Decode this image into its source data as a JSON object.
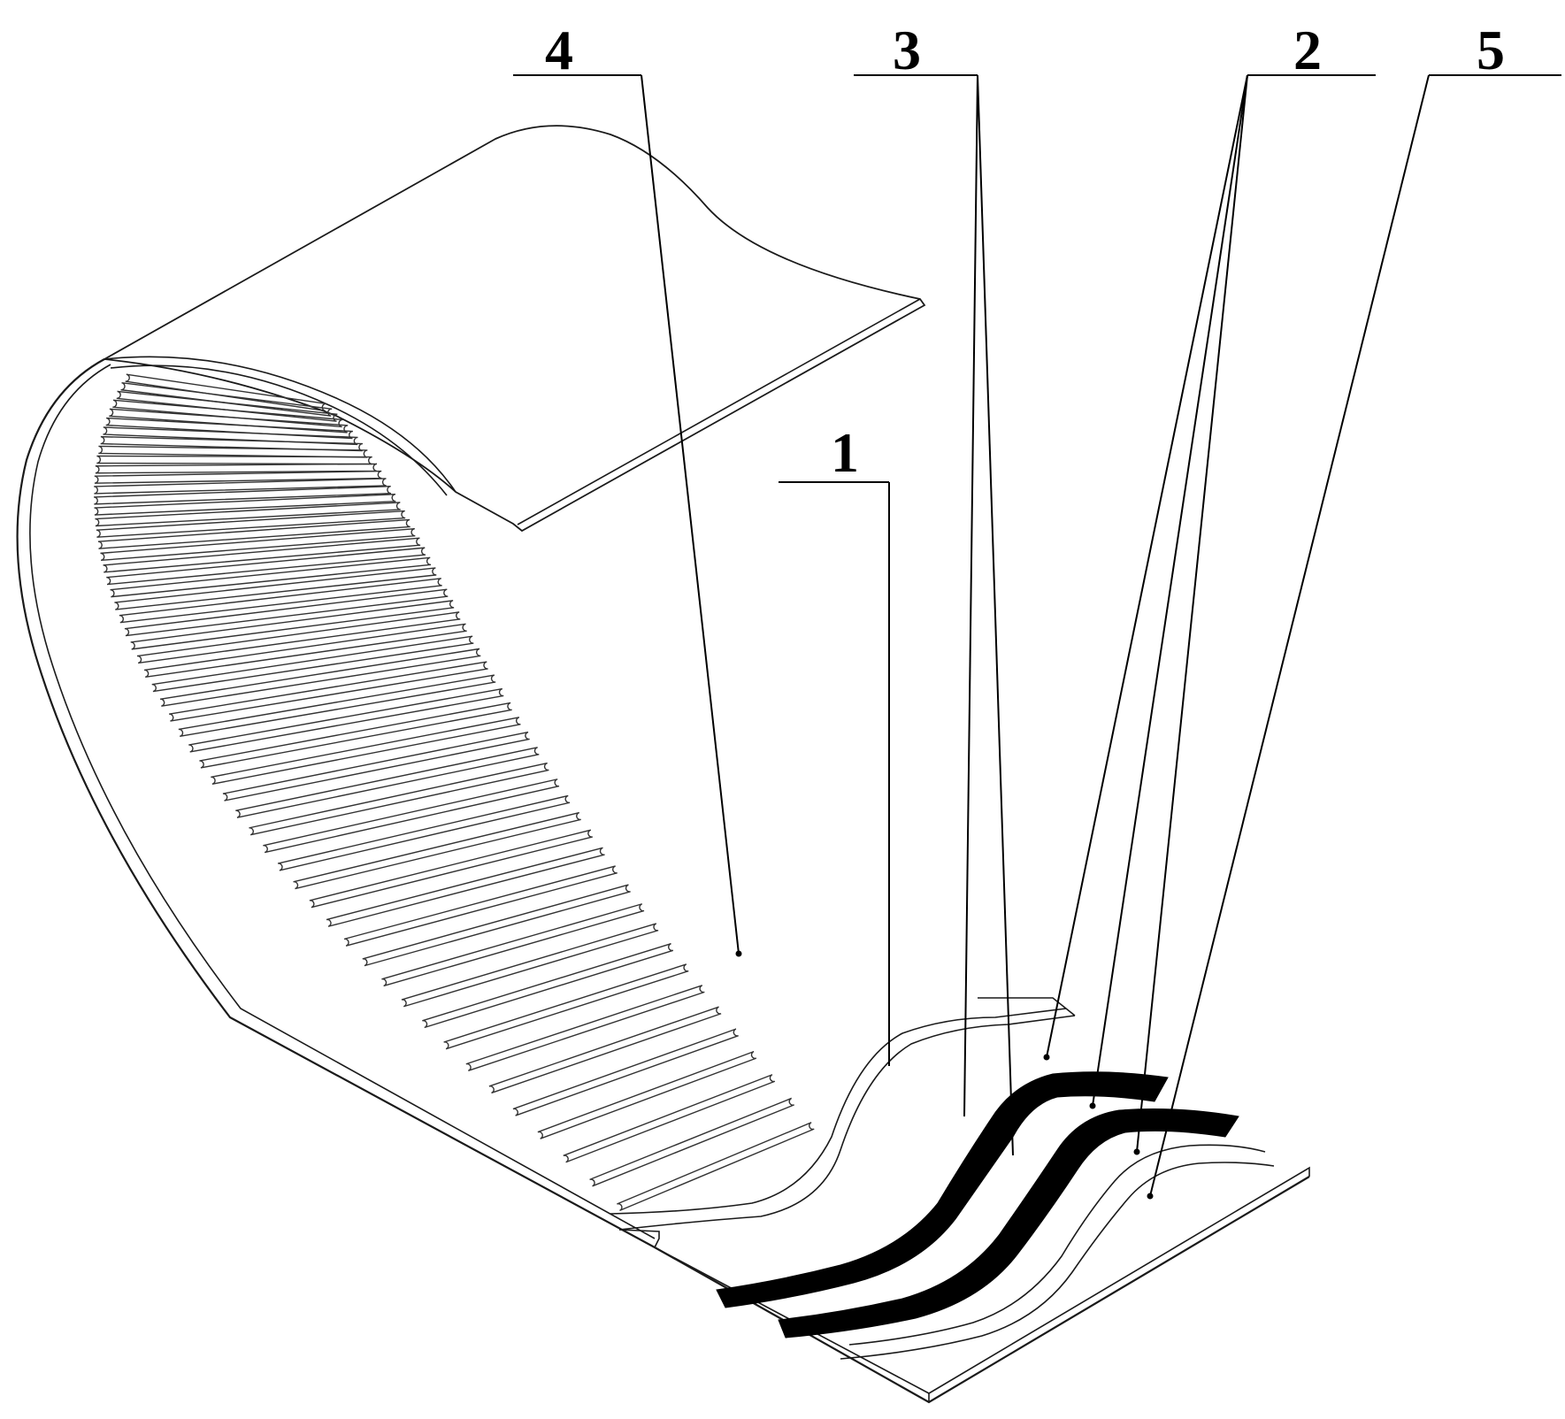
{
  "figure": {
    "labels": [
      {
        "id": "label-1",
        "text": "1"
      },
      {
        "id": "label-2",
        "text": "2"
      },
      {
        "id": "label-3",
        "text": "3"
      },
      {
        "id": "label-4",
        "text": "4"
      },
      {
        "id": "label-5",
        "text": "5"
      }
    ],
    "slot_count": 56
  }
}
